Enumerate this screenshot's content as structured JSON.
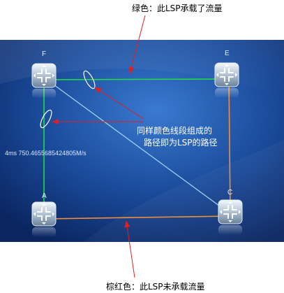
{
  "captions": {
    "top": "绿色：此LSP承载了流量",
    "bottom": "棕红色：此LSP未承载流量"
  },
  "annotation": {
    "line1": "同样颜色线段组成的",
    "line2": "路径即为LSP的路径"
  },
  "rate_label": "4ms 750.4655685424805M/s",
  "nodes": {
    "f": "F",
    "e": "E",
    "a": "A",
    "c": "C"
  },
  "colors": {
    "green_link": "#22dd44",
    "orange_link": "#f0903a",
    "blue_link": "#a8d8f8",
    "arrow_red": "#e02020",
    "panel_dark": "#0a2a6a",
    "panel_light": "#2a6ac0"
  },
  "icons": {
    "router": "router-icon"
  }
}
